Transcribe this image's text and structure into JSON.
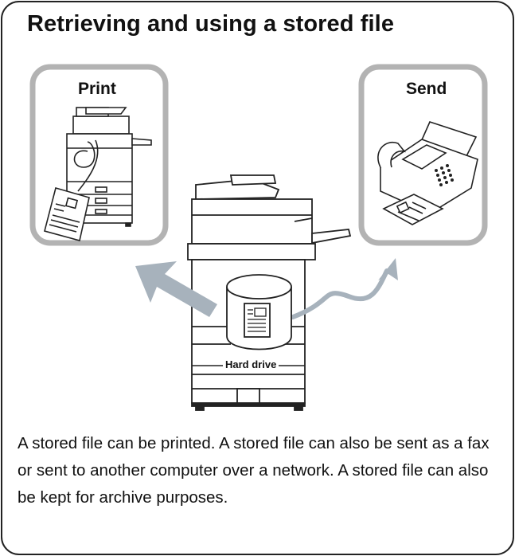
{
  "title": "Retrieving and using a stored file",
  "panels": {
    "print_label": "Print",
    "send_label": "Send"
  },
  "hard_drive_label": "Hard drive",
  "description": "A stored file can be printed. A stored file can also be sent as a fax or sent to another computer over a network. A stored file can also be kept for archive purposes.",
  "colors": {
    "panel_border": "#b3b3b3",
    "arrow": "#a7b2bc",
    "outline": "#222222"
  }
}
